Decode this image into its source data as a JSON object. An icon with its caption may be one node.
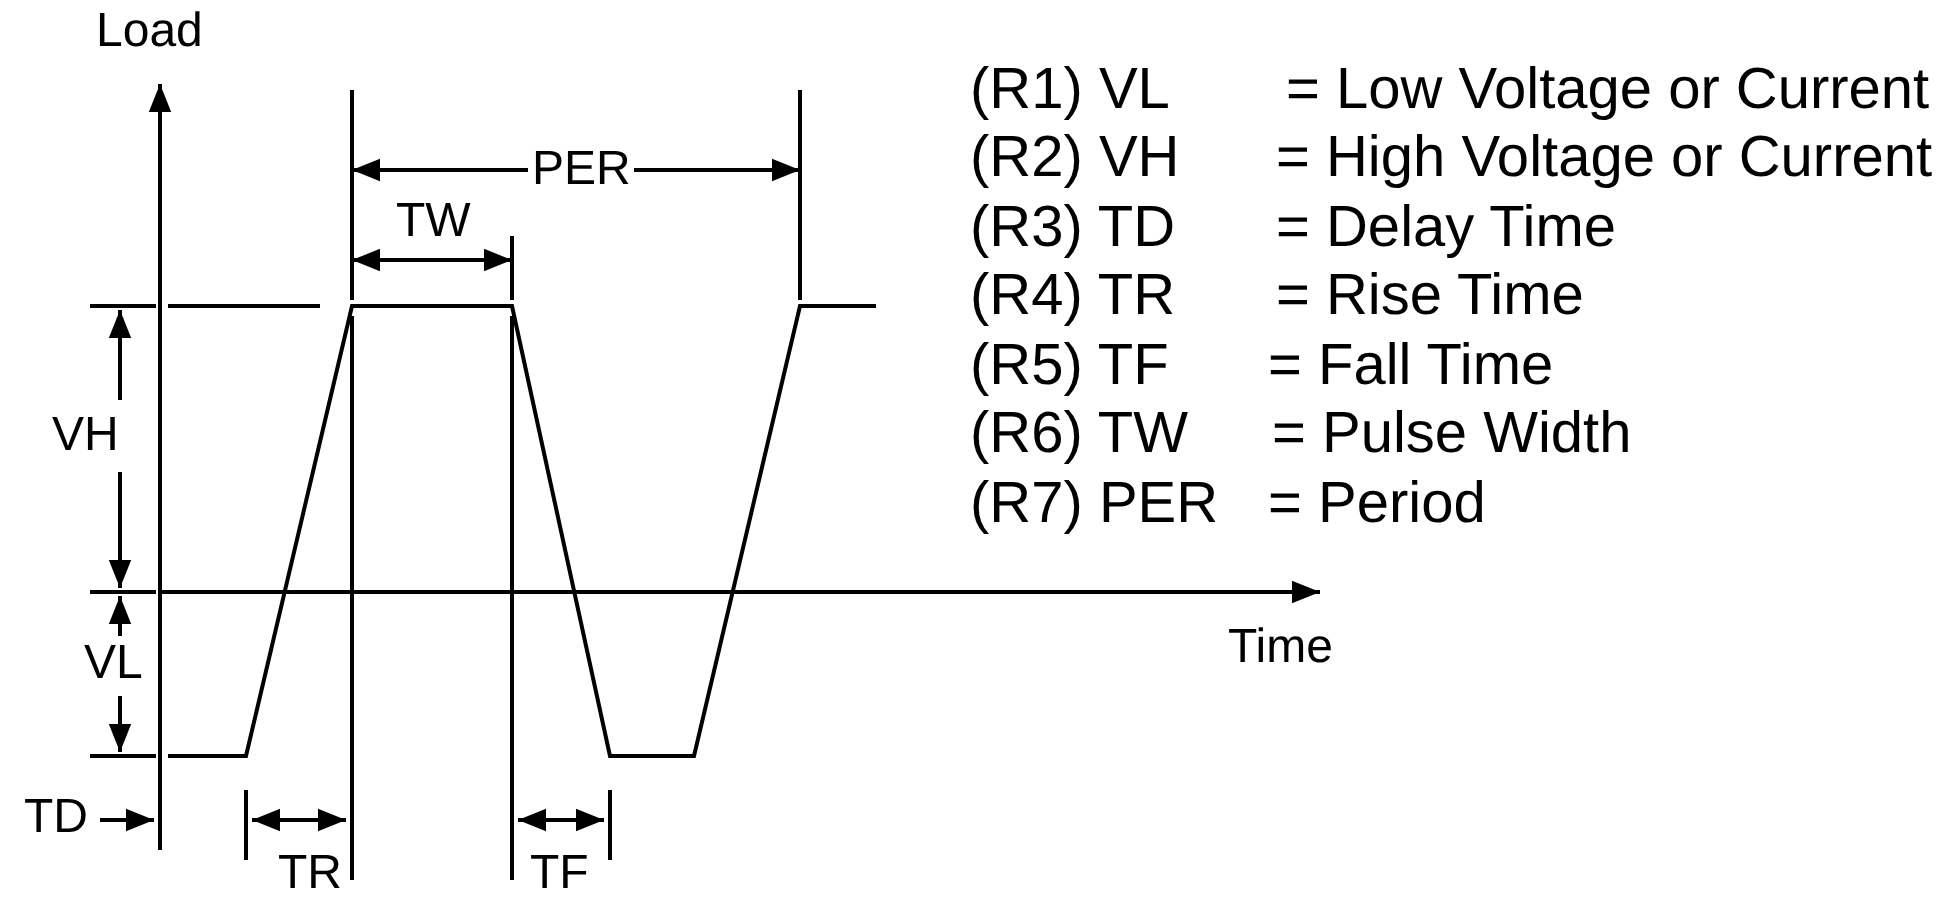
{
  "diagram": {
    "labels": [
      "Load",
      "(R1) VL",
      "= Low Voltage or Current",
      "(R2) VH",
      "= High Voltage or Current",
      "(R3) TD",
      "= Delay Time",
      "(R4) TR",
      "= Rise Time",
      "(R5) TF",
      "= Fall Time",
      "(R6) TW",
      "= Pulse Width",
      "(R7) PER",
      "= Period",
      "PER",
      "TW",
      "VH",
      "VL",
      "Time",
      "TD",
      "TR",
      "TF"
    ]
  }
}
